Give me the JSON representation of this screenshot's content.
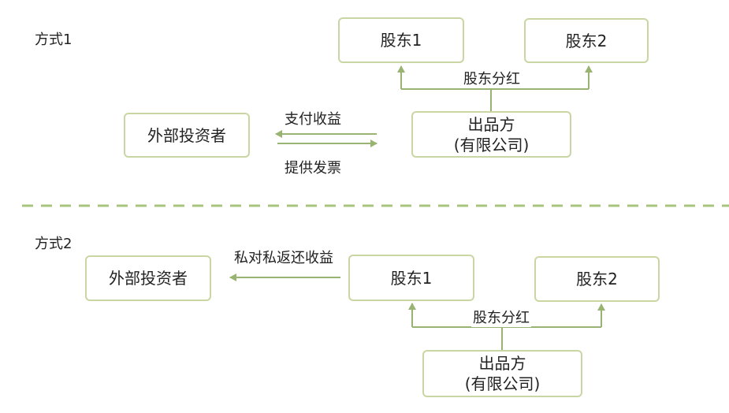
{
  "method1": {
    "title": "方式1",
    "shareholder1": "股东1",
    "shareholder2": "股东2",
    "dividend_label": "股东分红",
    "publisher_line1": "出品方",
    "publisher_line2": "(有限公司)",
    "investor": "外部投资者",
    "pay_label": "支付收益",
    "invoice_label": "提供发票"
  },
  "method2": {
    "title": "方式2",
    "investor": "外部投资者",
    "private_return_label": "私对私返还收益",
    "shareholder1": "股东1",
    "shareholder2": "股东2",
    "dividend_label": "股东分红",
    "publisher_line1": "出品方",
    "publisher_line2": "(有限公司)"
  },
  "colors": {
    "box_border": "#c9d6a3",
    "connector": "#99b472",
    "divider": "#a9c47f"
  }
}
